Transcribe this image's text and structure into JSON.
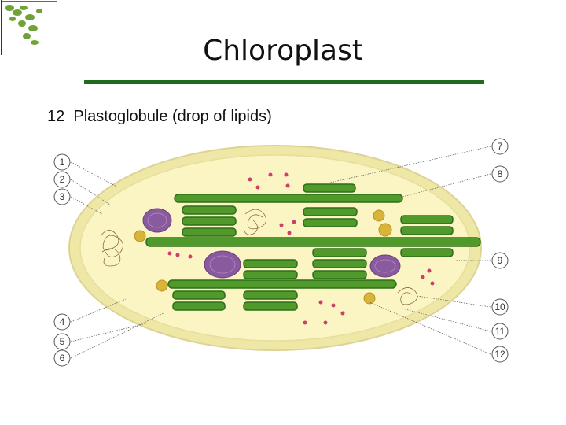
{
  "slide": {
    "title": "Chloroplast",
    "subtitle": "12  Plastoglobule (drop of lipids)"
  },
  "diagram": {
    "labels": [
      "1",
      "2",
      "3",
      "4",
      "5",
      "6",
      "7",
      "8",
      "9",
      "10",
      "11",
      "12"
    ],
    "colors": {
      "stroma": "#fbf5c4",
      "membrane_outer": "#e4dea0",
      "thylakoid": "#4f9a2a",
      "thylakoid_dark": "#2f6e18",
      "starch": "#8a5a9e",
      "plastoglobule": "#d8b43a",
      "ribosome": "#cc3f6a",
      "accent": "#1e6b1e"
    }
  }
}
